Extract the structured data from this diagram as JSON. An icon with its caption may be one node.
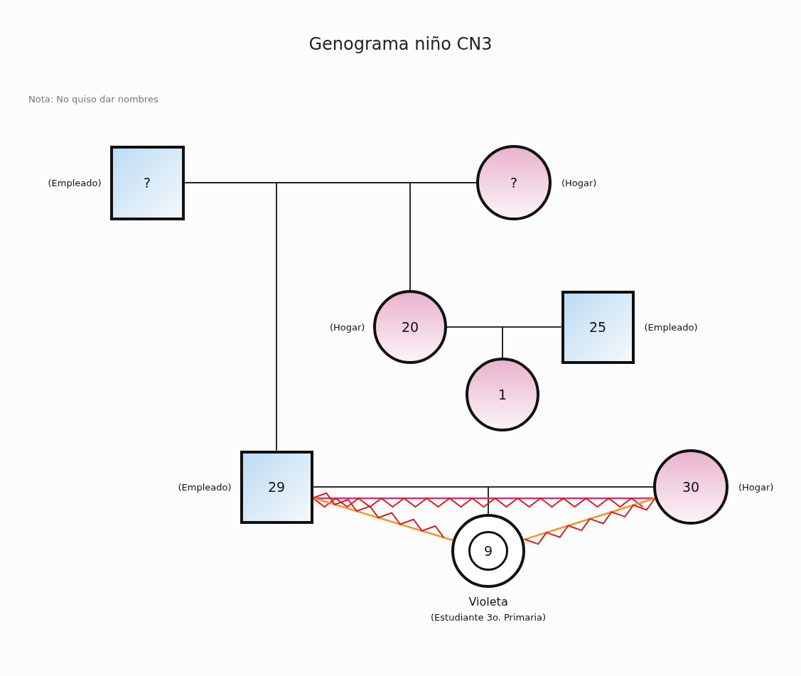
{
  "diagram": {
    "title": "Genograma niño CN3",
    "nodes": [
      {
        "text": [
          "?"
        ],
        "beside": [
          "(Empleado)"
        ]
      },
      {
        "text": [
          "?"
        ],
        "beside": [
          "(Hogar)"
        ]
      },
      {
        "text": [
          "20"
        ],
        "beside": [
          "(Hogar)"
        ]
      },
      {
        "text": [
          "25"
        ],
        "beside": [
          "(Empleado)"
        ]
      },
      {
        "text": [
          "1"
        ]
      },
      {
        "text": [
          "29"
        ],
        "beside": [
          "(Empleado)"
        ]
      },
      {
        "text": [
          "30"
        ],
        "beside": [
          "(Hogar)"
        ]
      },
      {
        "text": [
          "9"
        ],
        "beside": [
          "Violeta",
          "(Estudiante 3o. Primaria)"
        ]
      }
    ],
    "edges": [
      {
        "from": 0,
        "to": 1,
        "arrow": "none"
      },
      {
        "from": 0,
        "to": 5,
        "arrow": "none"
      },
      {
        "from": 1,
        "to": 5,
        "arrow": "none"
      },
      {
        "from": 0,
        "to": 2,
        "arrow": "none"
      },
      {
        "from": 1,
        "to": 2,
        "arrow": "none"
      },
      {
        "from": 2,
        "to": 3,
        "arrow": "none"
      },
      {
        "from": 2,
        "to": 4,
        "arrow": "none"
      },
      {
        "from": 3,
        "to": 4,
        "arrow": "none"
      },
      {
        "from": 5,
        "to": 6,
        "arrow": "none"
      },
      {
        "from": 5,
        "to": 7,
        "arrow": "none"
      },
      {
        "from": 6,
        "to": 7,
        "arrow": "none"
      },
      {
        "from": 5,
        "to": 6,
        "arrow": "none",
        "color": "#d6337a"
      },
      {
        "from": 5,
        "to": 7,
        "arrow": "none",
        "color": "#f0962b"
      },
      {
        "from": 6,
        "to": 7,
        "arrow": "none",
        "color": "#f0962b"
      }
    ],
    "labels": [
      "Nota: No quiso dar nombres"
    ]
  }
}
